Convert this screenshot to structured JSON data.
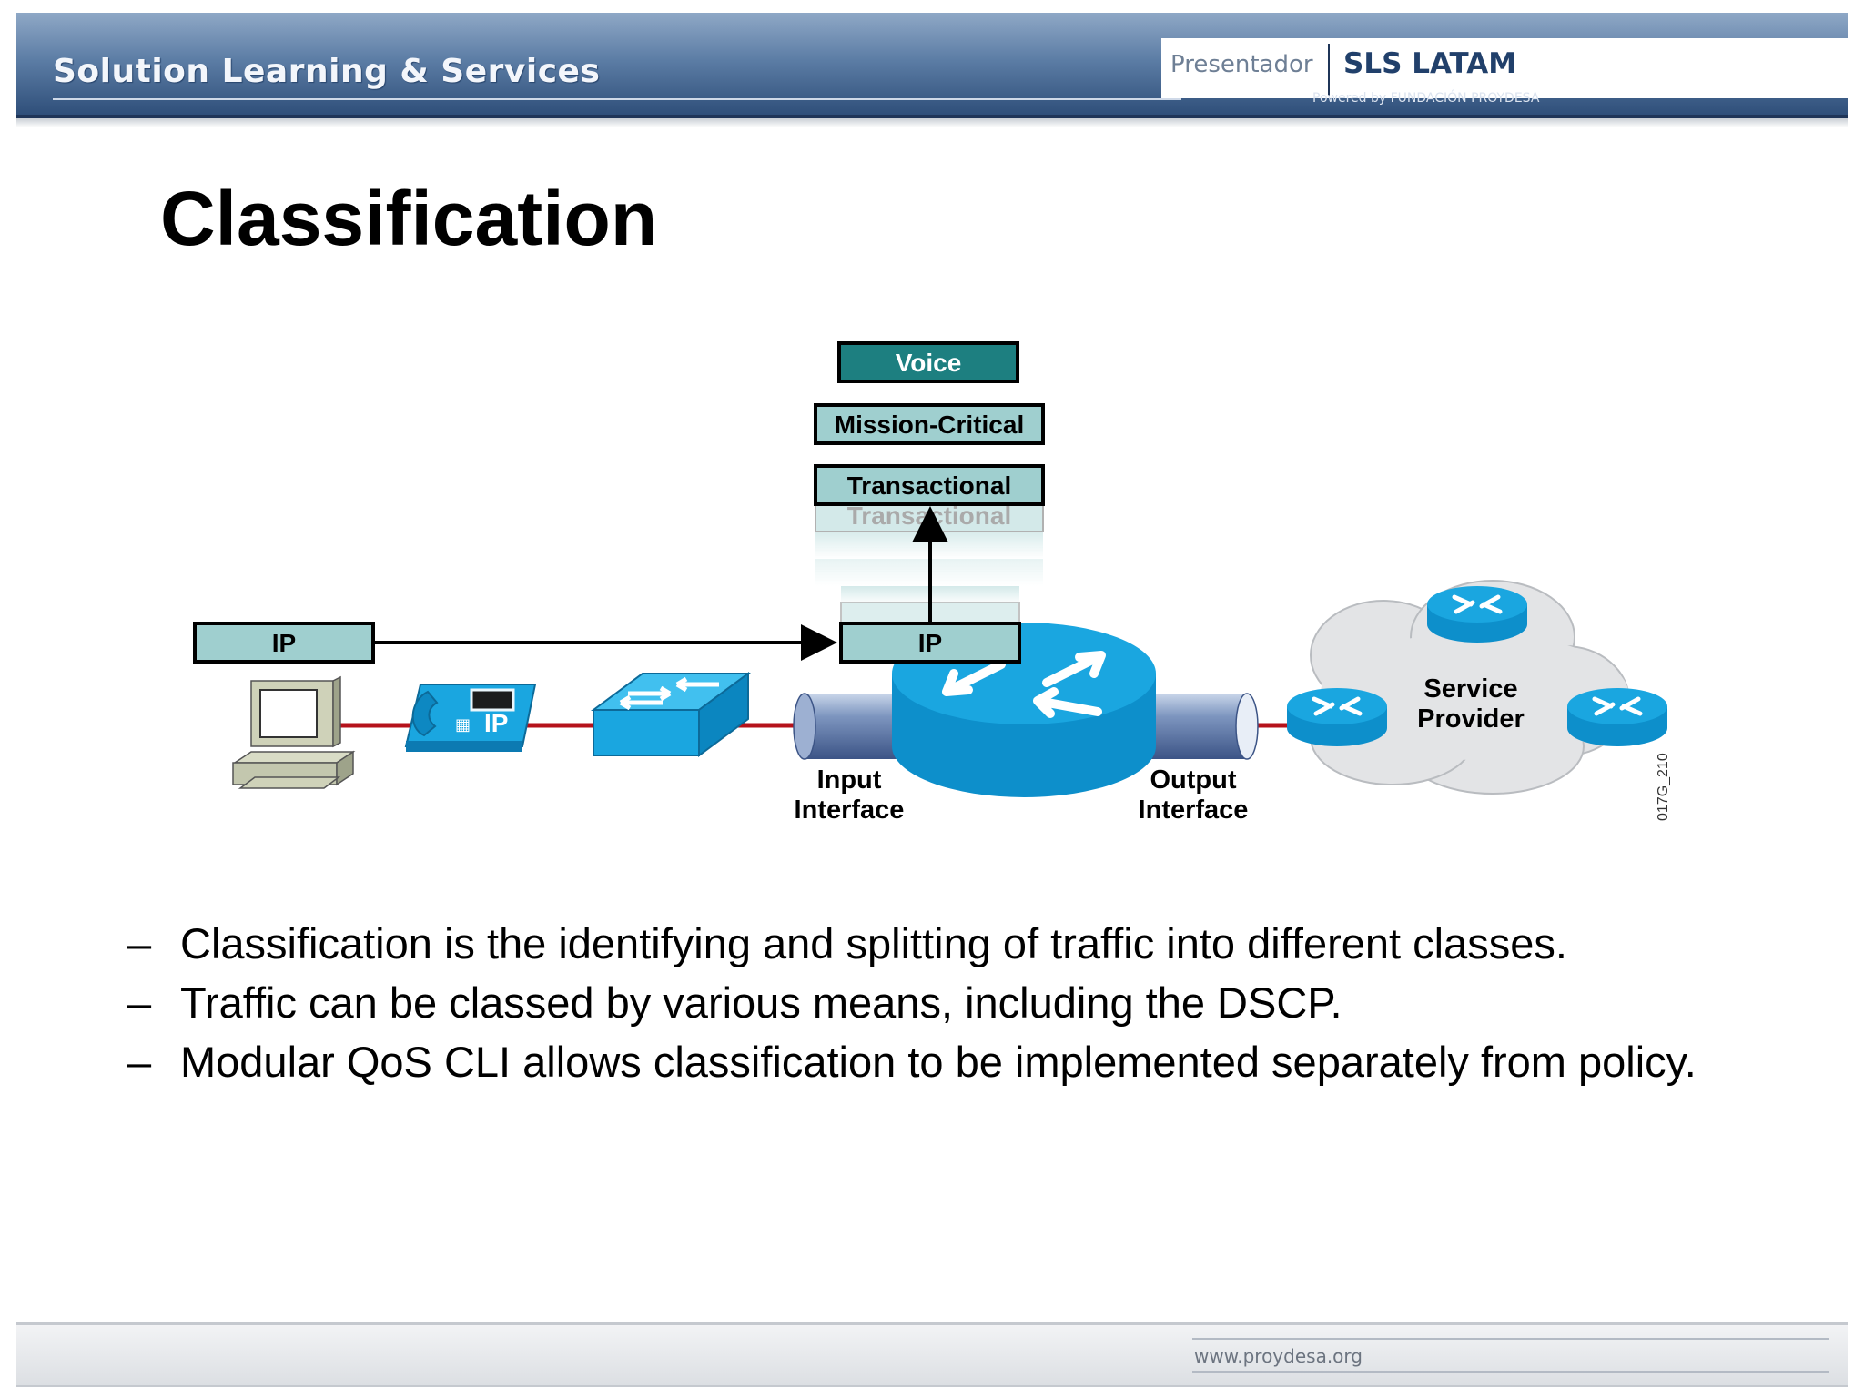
{
  "header": {
    "title": "Solution Learning & Services",
    "presenter_label": "Presentador",
    "brand": "SLS LATAM",
    "powered_by": "Powered by FUNDACIÓN PROYDESA"
  },
  "slide": {
    "title": "Classification"
  },
  "diagram": {
    "classes": {
      "voice": "Voice",
      "mission": "Mission-Critical",
      "transactional": "Transactional",
      "transactional_ghost": "Transactional"
    },
    "packet_left": "IP",
    "packet_router": "IP",
    "phone_label": "IP",
    "input_interface": [
      "Input",
      "Interface"
    ],
    "output_interface": [
      "Output",
      "Interface"
    ],
    "service_provider": [
      "Service",
      "Provider"
    ],
    "figure_id": "017G_210",
    "colors": {
      "box_fill": "#9fcfcf",
      "box_fill_dark": "#1d7f80",
      "cisco_blue": "#1aa6e0",
      "link_red": "#b5121b"
    }
  },
  "bullets": [
    {
      "dash": "–",
      "text": "Classification is the identifying and splitting of traffic into different classes."
    },
    {
      "dash": "–",
      "text": "Traffic can be classed by various means, including the DSCP."
    },
    {
      "dash": "–",
      "text": "Modular QoS CLI allows classification to be implemented separately from policy."
    }
  ],
  "footer": {
    "url": "www.proydesa.org"
  }
}
